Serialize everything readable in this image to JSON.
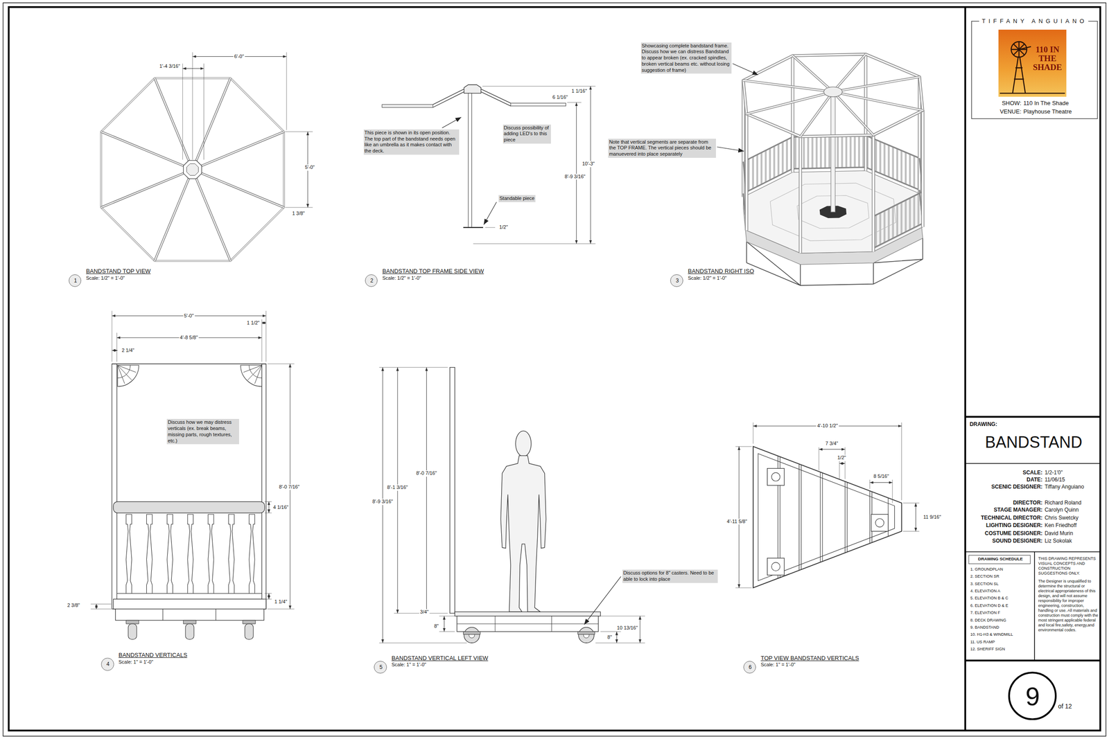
{
  "diagram": {
    "nodes": [
      {
        "text": [
          "1",
          "BANDSTAND TOP VIEW",
          "Scale: 1/2\" = 1'-0\""
        ]
      },
      {
        "text": [
          "2",
          "BANDSTAND TOP FRAME SIDE VIEW",
          "Scale: 1/2\" = 1'-0\""
        ]
      },
      {
        "text": [
          "3",
          "BANDSTAND RIGHT ISO",
          "Scale: 1/2\" = 1'-0\""
        ]
      },
      {
        "text": [
          "4",
          "BANDSTAND VERTICALS",
          "Scale: 1\" = 1'-0\""
        ]
      },
      {
        "text": [
          "5",
          "BANDSTAND VERTICAL LEFT VIEW",
          "Scale: 1\" = 1'-0\""
        ]
      },
      {
        "text": [
          "6",
          "TOP VIEW BANDSTAND VERTICALS",
          "Scale: 1\" = 1'-0\""
        ]
      },
      {
        "text": [
          "TIFFANY ANGUIANO",
          "SHOW:",
          "110 In The Shade",
          "VENUE:",
          "Playhouse Theatre"
        ]
      },
      {
        "text": [
          "110 IN THE SHADE"
        ],
        "in": 6
      },
      {
        "text": [
          "DRAWING:",
          "BANDSTAND"
        ]
      },
      {
        "text": [
          "SCALE:",
          "1/2-1'0\"",
          "DATE:",
          "11/06/15",
          "SCENIC DESIGNER:",
          "Tiffany Anguiano",
          "DIRECTOR:",
          "Richard Roland",
          "STAGE MANAGER:",
          "Carolyn Quinn",
          "TECHNICAL DIRECTOR:",
          "Chris Swetcky",
          "LIGHTING DESIGNER:",
          "Ken Friedhoff",
          "COSTUME DESIGNER:",
          "David Murin",
          "SOUND DESIGNER:",
          "Liz Sokolak"
        ]
      },
      {
        "text": [
          "DRAWING SCHEDULE",
          "1. GROUNDPLAN",
          "2. SECTION SR",
          "3. SECTION SL",
          "4. ELEVATION A",
          "5. ELEVATION B & C",
          "6. ELEVATION D & E",
          "7. ELEVATION F",
          "8. DECK DRAWING",
          "9. BANDSTAND",
          "10. H1-H3 & WINDMILL",
          "11. US RAMP",
          "12. SHERIFF SIGN"
        ]
      },
      {
        "text": [
          "THIS DRAWING REPRESENTS VISUAL CONCEPTS AND CONSTRUCTION SUGGESTIONS ONLY.",
          "The Designer is unqualified to determine the structural or electrical appropriateness of this design, and will not assume responsibility for improper engineering, construction, handling or use. All materials and construction must comply with the most stringent applicable federal and local fire,safety, energy,and environmental codes."
        ]
      },
      {
        "text": [
          "9",
          "of 12"
        ]
      }
    ],
    "labels": [
      "6'-0\"",
      "1'-4 3/16\"",
      "5'-0\"",
      "1 3/8\"",
      "1 1/16\"",
      "6 1/16\"",
      "10'-3\"",
      "8'-9 3/16\"",
      "1/2\"",
      "This piece is shown in its open position. The top part of the bandstand needs open like an umbrella as it makes contact with the deck.",
      "Discuss possibility of adding LED's to this piece",
      "Standable piece",
      "Showcasing complete bandstand frame. Discuss how we can distress Bandstand to appear broken (ex. cracked spindles, broken vertical beams etc. without losing suggestion of frame)",
      "Note that vertical segments are separate from the TOP FRAME. The vertical pieces should be manuevered into place separately",
      "5'-0\"",
      "1 1/2\"",
      "4'-8 5/8\"",
      "2 1/4\"",
      "Discuss how we may distress verticals (ex. break beams, missing parts, rough textures, etc.)",
      "8'-0 7/16\"",
      "4 1/16\"",
      "1 1/4\"",
      "2 3/8\"",
      "8'-9 3/16\"",
      "8'-1 3/16\"",
      "8'-0 7/16\"",
      "Discuss options for 8\" casters. Need to be able to lock into place",
      "3/4\"",
      "8\"",
      "8\"",
      "10 13/16\"",
      "4'-10 1/2\"",
      "7 3/4\"",
      "1/2\"",
      "8 5/16\"",
      "4'-11 5/8\"",
      "11 9/16\""
    ]
  }
}
